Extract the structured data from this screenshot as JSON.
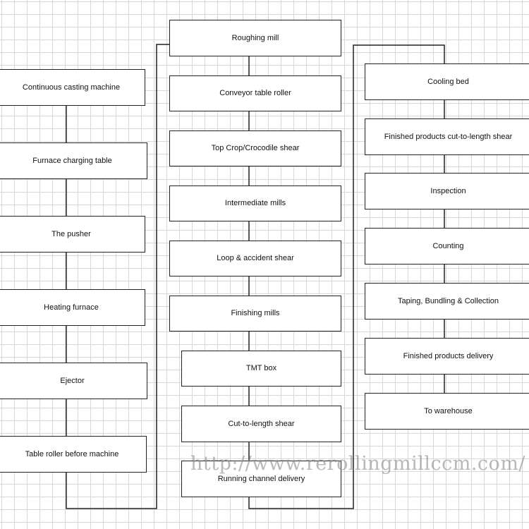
{
  "flowchart": {
    "column_left": [
      "Continuous casting machine",
      "Furnace charging table",
      "The pusher",
      "Heating furnace",
      "Ejector",
      "Table roller before machine"
    ],
    "column_middle": [
      "Roughing mill",
      "Conveyor table roller",
      "Top Crop/Crocodile shear",
      "Intermediate mills",
      "Loop & accident shear",
      "Finishing mills",
      "TMT box",
      "Cut-to-length shear",
      "Running channel delivery"
    ],
    "column_right": [
      "Cooling bed",
      "Finished products cut-to-length shear",
      "Inspection",
      "Counting",
      "Taping, Bundling & Collection",
      "Finished products delivery",
      "To warehouse"
    ]
  },
  "watermark": "http://www.rerollingmillccm.com/"
}
